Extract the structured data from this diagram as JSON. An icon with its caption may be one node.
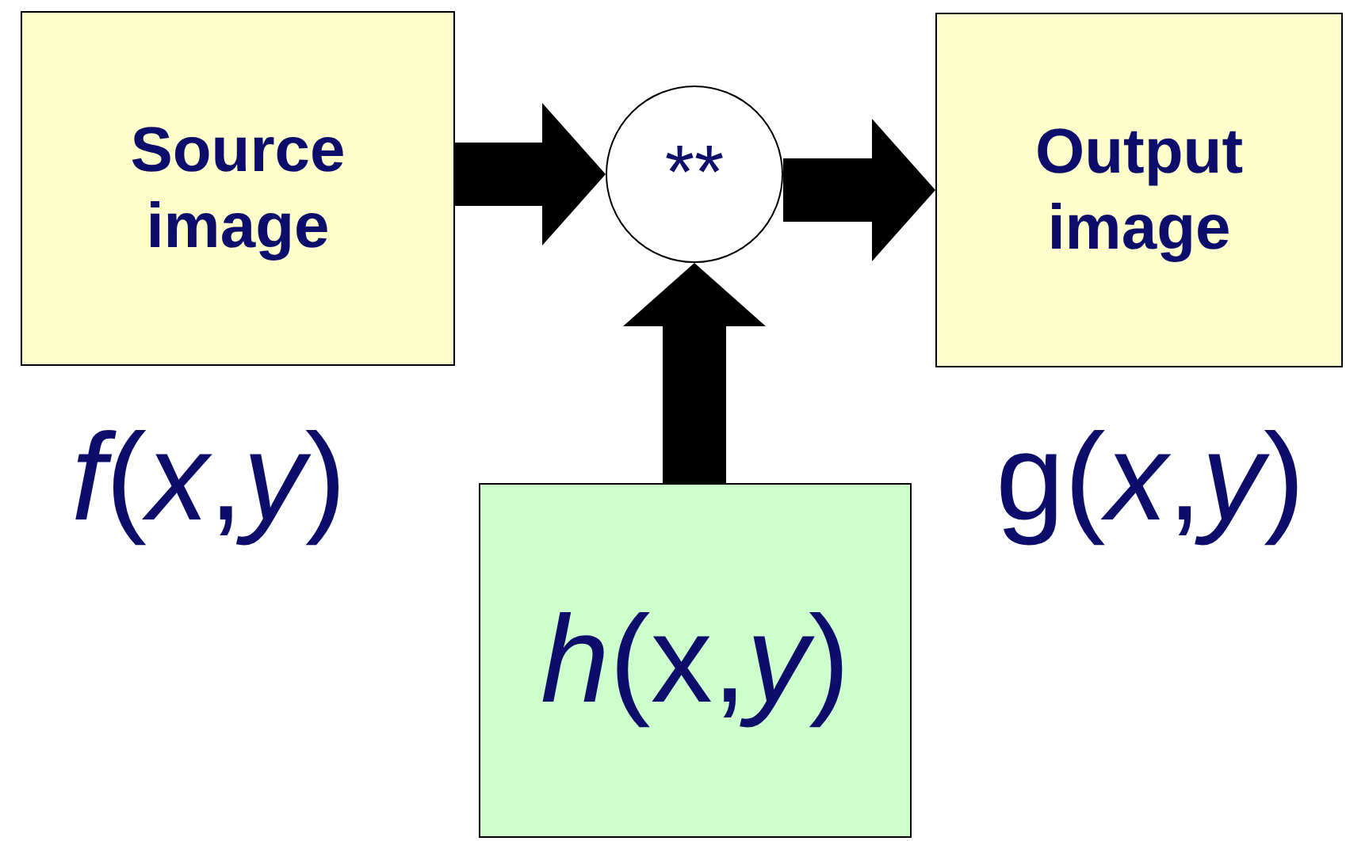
{
  "diagram": {
    "nodes": [
      {
        "text": [
          "Source image"
        ],
        "beside": [
          "*f*(*x*,*y*)"
        ]
      },
      {
        "text": [
          "**"
        ]
      },
      {
        "text": [
          "Output image"
        ],
        "beside": [
          "g(*x*,*y*)"
        ]
      },
      {
        "text": [
          "*h*(x,*y*)"
        ]
      }
    ],
    "edges": [
      {
        "from": 0,
        "to": 1,
        "arrow": "to"
      },
      {
        "from": 1,
        "to": 2,
        "arrow": "to"
      },
      {
        "from": 3,
        "to": 1,
        "arrow": "to"
      }
    ]
  }
}
